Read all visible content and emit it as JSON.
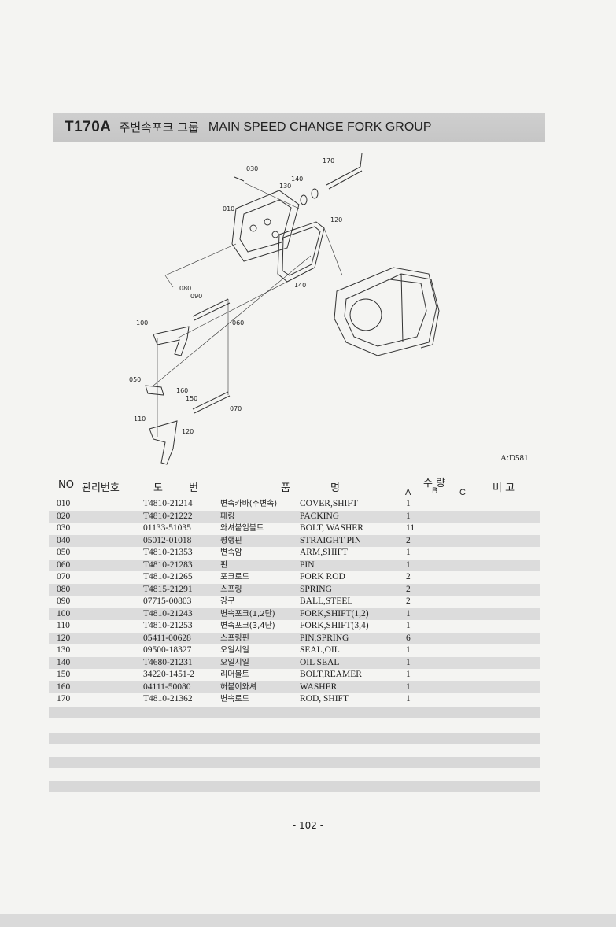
{
  "header": {
    "code": "T170A",
    "title_kr": "주변속포크 그룹",
    "title_en": "MAIN SPEED CHANGE FORK GROUP"
  },
  "diagram": {
    "id": "A:D581",
    "callouts": [
      "030",
      "170",
      "140",
      "130",
      "010",
      "120",
      "140",
      "080",
      "090",
      "100",
      "060",
      "050",
      "160",
      "150",
      "070",
      "110",
      "120"
    ]
  },
  "table": {
    "headers": {
      "no": "NO",
      "control": "관리번호",
      "drawing1": "도",
      "drawing2": "번",
      "name1": "품",
      "name2": "명",
      "qty": "수 량",
      "qa": "A",
      "qb": "B",
      "qc": "C",
      "remarks": "비 고"
    },
    "rows": [
      {
        "no": "010",
        "part": "T4810-21214",
        "kr": "변속카바(주변속)",
        "en": "COVER,SHIFT",
        "a": "1"
      },
      {
        "no": "020",
        "part": "T4810-21222",
        "kr": "패킹",
        "en": "PACKING",
        "a": "1"
      },
      {
        "no": "030",
        "part": "01133-51035",
        "kr": "와셔붙임볼트",
        "en": "BOLT, WASHER",
        "a": "11"
      },
      {
        "no": "040",
        "part": "05012-01018",
        "kr": "평행핀",
        "en": "STRAIGHT PIN",
        "a": "2"
      },
      {
        "no": "050",
        "part": "T4810-21353",
        "kr": "변속암",
        "en": "ARM,SHIFT",
        "a": "1"
      },
      {
        "no": "060",
        "part": "T4810-21283",
        "kr": "핀",
        "en": "PIN",
        "a": "1"
      },
      {
        "no": "070",
        "part": "T4810-21265",
        "kr": "포크로드",
        "en": "FORK ROD",
        "a": "2"
      },
      {
        "no": "080",
        "part": "T4815-21291",
        "kr": "스프링",
        "en": "SPRING",
        "a": "2"
      },
      {
        "no": "090",
        "part": "07715-00803",
        "kr": "강구",
        "en": "BALL,STEEL",
        "a": "2"
      },
      {
        "no": "100",
        "part": "T4810-21243",
        "kr": "변속포크(1,2단)",
        "en": "FORK,SHIFT(1,2)",
        "a": "1"
      },
      {
        "no": "110",
        "part": "T4810-21253",
        "kr": "변속포크(3,4단)",
        "en": "FORK,SHIFT(3,4)",
        "a": "1"
      },
      {
        "no": "120",
        "part": "05411-00628",
        "kr": "스프링핀",
        "en": "PIN,SPRING",
        "a": "6"
      },
      {
        "no": "130",
        "part": "09500-18327",
        "kr": "오일시일",
        "en": "SEAL,OIL",
        "a": "1"
      },
      {
        "no": "140",
        "part": "T4680-21231",
        "kr": "오일시일",
        "en": "OIL SEAL",
        "a": "1"
      },
      {
        "no": "150",
        "part": "34220-1451-2",
        "kr": "리머볼트",
        "en": "BOLT,REAMER",
        "a": "1"
      },
      {
        "no": "160",
        "part": "04111-50080",
        "kr": "허붙이와셔",
        "en": "WASHER",
        "a": "1"
      },
      {
        "no": "170",
        "part": "T4810-21362",
        "kr": "변속로드",
        "en": "ROD, SHIFT",
        "a": "1"
      }
    ]
  },
  "footer": {
    "page": "- 102 -"
  }
}
